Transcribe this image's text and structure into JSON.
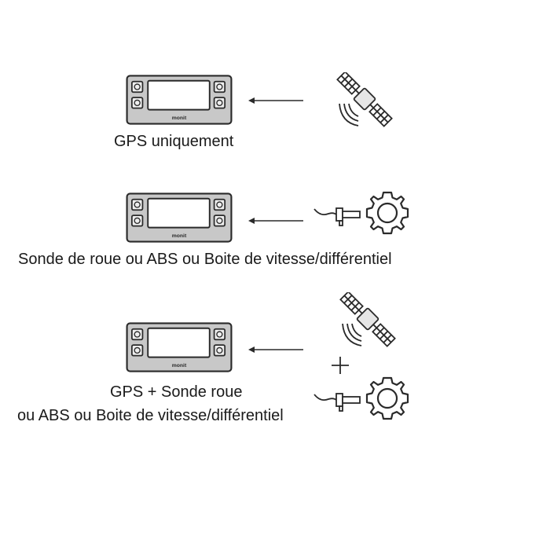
{
  "device": {
    "brand": "monit"
  },
  "rows": [
    {
      "caption": "GPS uniquement",
      "sources": [
        "satellite-icon"
      ]
    },
    {
      "caption": "Sonde de roue ou ABS ou Boite de vitesse/différentiel",
      "sources": [
        "wheel-sensor-icon",
        "gear-icon"
      ]
    },
    {
      "caption_line1": "GPS + Sonde roue",
      "caption_line2": "ou ABS ou Boite de vitesse/différentiel",
      "sources": [
        "satellite-icon",
        "plus-icon",
        "wheel-sensor-icon",
        "gear-icon"
      ]
    }
  ],
  "colors": {
    "device_body": "#c8c8c8",
    "outline": "#2a2a2a",
    "screen": "#ffffff"
  }
}
